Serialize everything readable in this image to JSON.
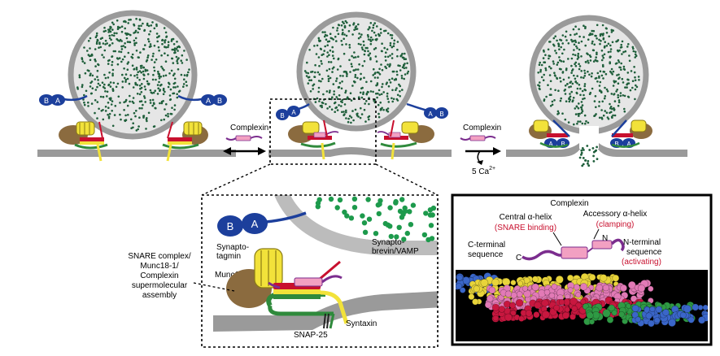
{
  "top_row": {
    "complexin_label_left": "Complexin",
    "complexin_label_right": "Complexin",
    "calcium_label": "5 Ca",
    "calcium_superscript": "2+"
  },
  "synaptotagmin_domains": {
    "a": "A",
    "b": "B"
  },
  "zoom_panel": {
    "synaptotagmin_line1": "Synapto-",
    "synaptotagmin_line2": "tagmin",
    "synaptobrevin_line1": "Synapto-",
    "synaptobrevin_line2": "brevin/VAMP",
    "munc18": "Munc18",
    "snap25": "SNAP-25",
    "syntaxin": "Syntaxin"
  },
  "left_caption": {
    "line1": "SNARE complex/",
    "line2": "Munc18-1/",
    "line3": "Complexin",
    "line4": "supermolecular",
    "line5": "assembly"
  },
  "complexin_panel": {
    "title": "Complexin",
    "central_helix": "Central α-helix",
    "central_helix_role": "(SNARE binding)",
    "accessory_helix": "Accessory α-helix",
    "accessory_helix_role": "(clamping)",
    "c_terminal_line1": "C-terminal",
    "c_terminal_line2": "sequence",
    "c_letter": "C",
    "n_letter": "N",
    "n_terminal_line1": "N-terminal",
    "n_terminal_line2": "sequence",
    "n_terminal_role": "(activating)"
  },
  "colors": {
    "vesicle_fill": "#e6e6e6",
    "vesicle_stroke": "#999999",
    "transmitter_dots": "#1e5e3a",
    "zoom_dots": "#1d9a4c",
    "synaptotagmin_blue": "#1c3f9c",
    "munc18_brown": "#8b6b3f",
    "syntaxin_yellow": "#f2e23a",
    "snare_red": "#c8102e",
    "snare_green": "#2f8a3c",
    "complexin_pink": "#f2a0c2",
    "complexin_purple": "#7b2d8e",
    "role_red": "#c8102e"
  }
}
